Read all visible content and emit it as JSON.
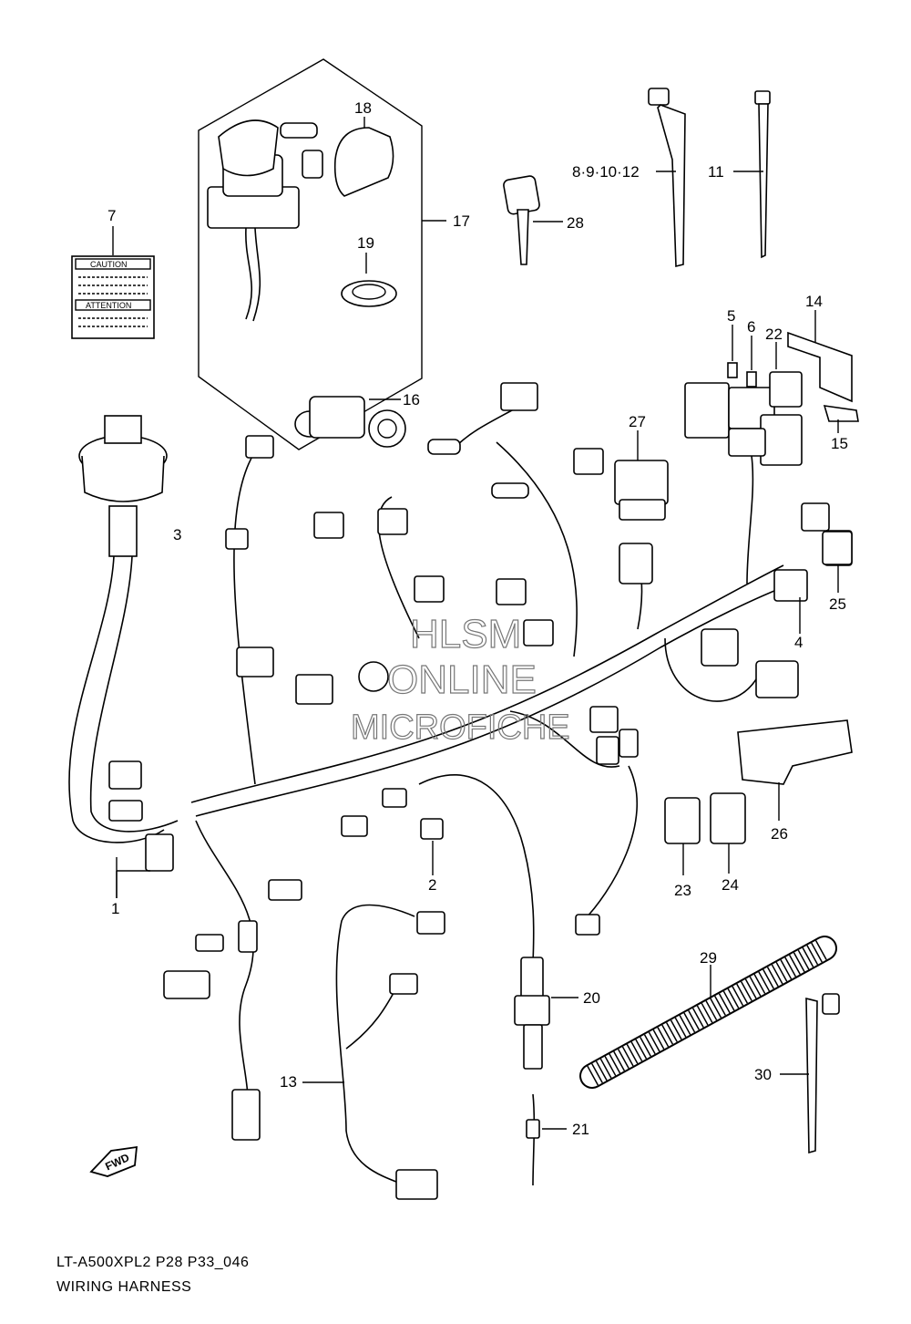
{
  "figure": {
    "code": "LT-A500XPL2 P28 P33_046",
    "title": "WIRING HARNESS"
  },
  "caution_label": {
    "line1": "CAUTION",
    "line2": "ATTENTION"
  },
  "watermark": {
    "line1": "HLSM",
    "line2": "ONLINE",
    "line3": "MICROFICHE"
  },
  "fwd_arrow": {
    "text": "FWD"
  },
  "callouts": {
    "c1": "1",
    "c2": "2",
    "c3": "3",
    "c4": "4",
    "c5": "5",
    "c6": "6",
    "c7": "7",
    "c8": "8·9·10·12",
    "c11": "11",
    "c13": "13",
    "c14": "14",
    "c15": "15",
    "c16": "16",
    "c17": "17",
    "c18": "18",
    "c19": "19",
    "c20": "20",
    "c21": "21",
    "c22": "22",
    "c23": "23",
    "c24": "24",
    "c25": "25",
    "c26": "26",
    "c27": "27",
    "c28": "28",
    "c29": "29",
    "c30": "30"
  }
}
